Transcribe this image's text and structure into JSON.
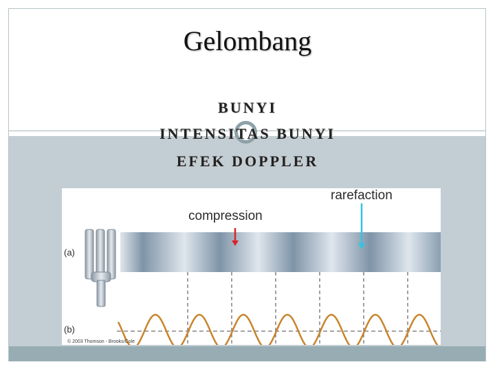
{
  "slide": {
    "title": "Gelombang",
    "items": [
      "BUNYI",
      "INTENSITAS BUNYI",
      "EFEK DOPPLER"
    ]
  },
  "figure": {
    "labels": {
      "compression": "compression",
      "rarefaction": "rarefaction",
      "panel_a": "(a)",
      "panel_b": "(b)",
      "copyright": "© 2003 Thomson - Brooks/Cole"
    },
    "colors": {
      "compression_arrow": "#d8242a",
      "rarefaction_arrow": "#33c4e2",
      "wave": "#c8842c",
      "band_dark": "#7f94a8",
      "band_light": "#dfe6ed"
    }
  }
}
